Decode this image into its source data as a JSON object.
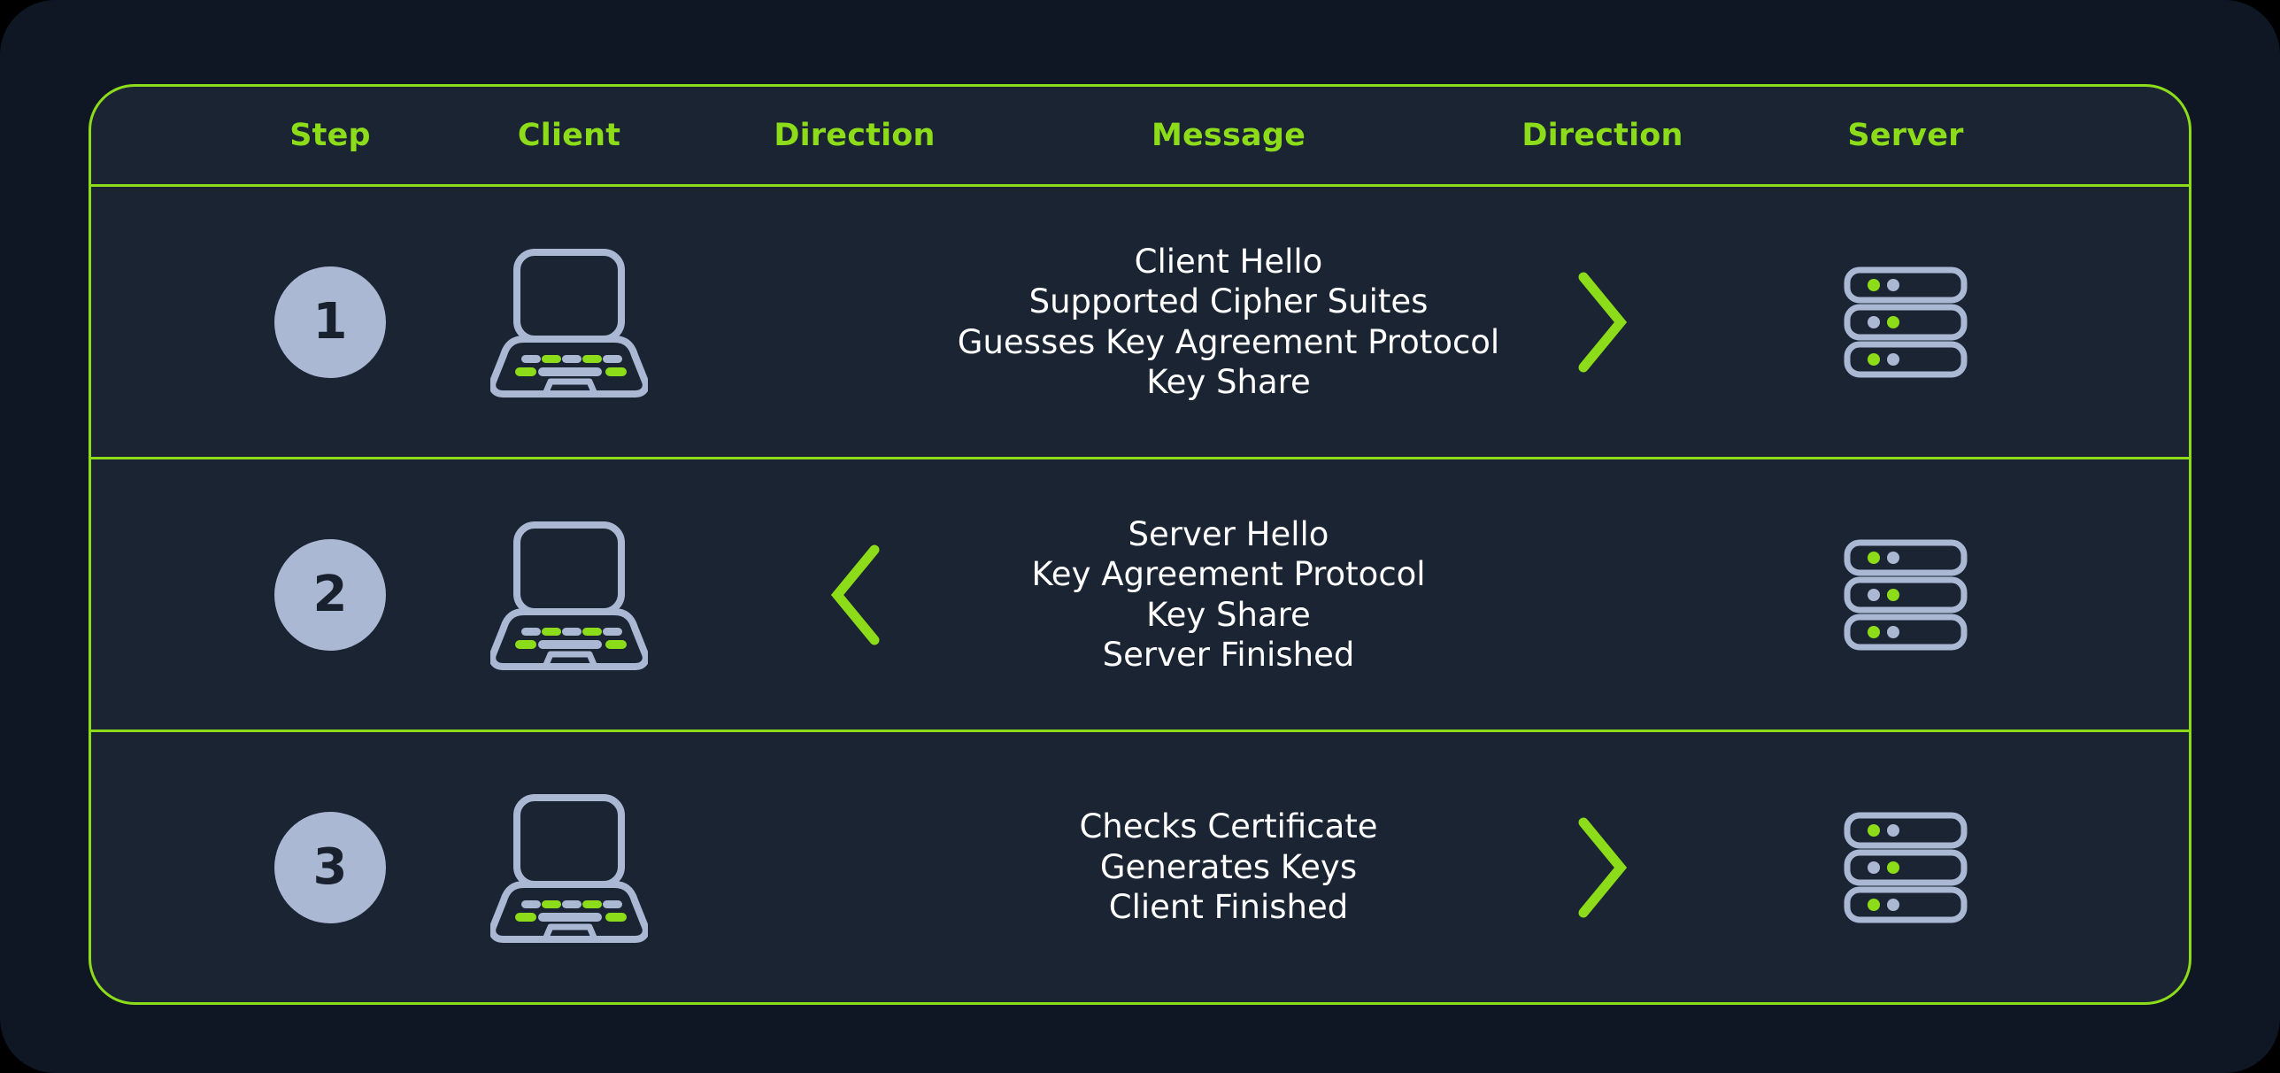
{
  "colors": {
    "page_bg": "#101724",
    "card_bg": "#1b2433",
    "accent_green": "#8ddc1a",
    "icon_gray": "#aab8d4",
    "text_white": "#ffffff",
    "badge_text": "#19212f"
  },
  "header": {
    "columns": [
      {
        "key": "step",
        "label": "Step"
      },
      {
        "key": "client",
        "label": "Client"
      },
      {
        "key": "direction_left",
        "label": "Direction"
      },
      {
        "key": "message",
        "label": "Message"
      },
      {
        "key": "direction_right",
        "label": "Direction"
      },
      {
        "key": "server",
        "label": "Server"
      }
    ]
  },
  "rows": [
    {
      "step": "1",
      "client_icon": "laptop-icon",
      "direction_left": "none",
      "message_lines": [
        "Client Hello",
        "Supported Cipher Suites",
        "Guesses Key Agreement Protocol",
        "Key Share"
      ],
      "direction_right": "chevron-right-icon",
      "server_icon": "server-icon"
    },
    {
      "step": "2",
      "client_icon": "laptop-icon",
      "direction_left": "chevron-left-icon",
      "message_lines": [
        "Server Hello",
        "Key Agreement Protocol",
        "Key Share",
        "Server Finished"
      ],
      "direction_right": "none",
      "server_icon": "server-icon"
    },
    {
      "step": "3",
      "client_icon": "laptop-icon",
      "direction_left": "none",
      "message_lines": [
        "Checks Certificate",
        "Generates Keys",
        "Client Finished"
      ],
      "direction_right": "chevron-right-icon",
      "server_icon": "server-icon"
    }
  ]
}
